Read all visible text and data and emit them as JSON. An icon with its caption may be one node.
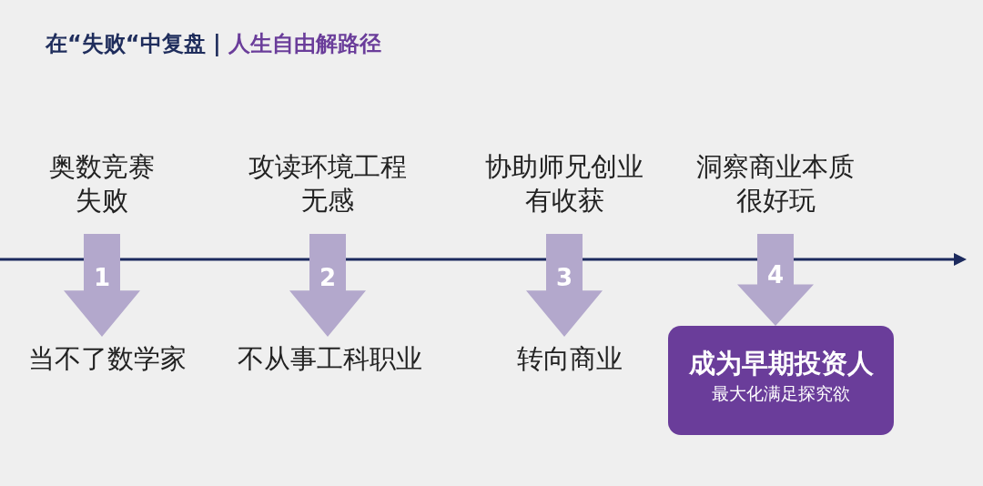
{
  "diagram": {
    "title": "在“失败“中复盘 |",
    "nodes": [
      {
        "text": [
          "奥数竞赛失败"
        ]
      },
      {
        "text": [
          "攻读环境工程无感"
        ]
      },
      {
        "text": [
          "协助师兄创业有收获"
        ]
      },
      {
        "text": [
          "洞察商业本质很好玩"
        ]
      },
      {
        "text": [
          "当不了数学家"
        ]
      },
      {
        "text": [
          "不从事工科职业"
        ]
      },
      {
        "text": [
          "转向商业"
        ]
      },
      {
        "text": [
          "成为早期投资人",
          "最大化满足探究欲"
        ]
      }
    ],
    "edges": [
      {
        "from": 0,
        "to": 4,
        "arrow": "to",
        "label": "1"
      },
      {
        "from": 1,
        "to": 5,
        "arrow": "to",
        "label": "2"
      },
      {
        "from": 2,
        "to": 6,
        "arrow": "to",
        "label": "3"
      },
      {
        "from": 3,
        "to": 7,
        "arrow": "to",
        "label": "4"
      }
    ],
    "labels": [
      "人生自由解路径"
    ]
  }
}
